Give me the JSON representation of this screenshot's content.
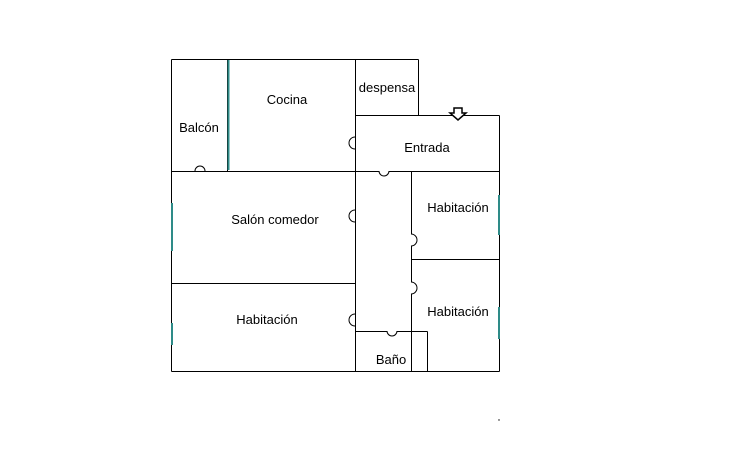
{
  "rooms": {
    "balcon": "Balcón",
    "cocina": "Cocina",
    "despensa": "despensa",
    "entrada": "Entrada",
    "salon": "Salón comedor",
    "habitacion_left": "Habitación",
    "habitacion_right_top": "Habitación",
    "habitacion_right_bottom": "Habitación",
    "bano": "Baño"
  },
  "colors": {
    "wall": "#000000",
    "window": "#2e8b88",
    "background": "#ffffff"
  },
  "icons": {
    "entrance": "entrance-arrow-icon"
  }
}
